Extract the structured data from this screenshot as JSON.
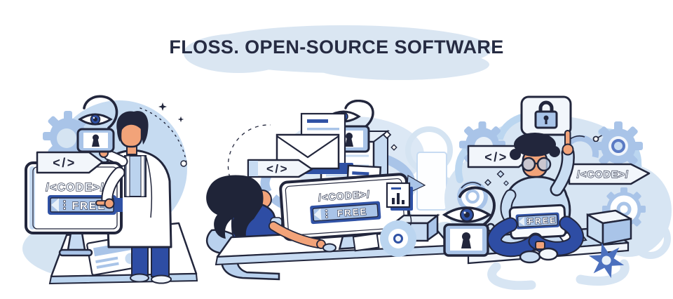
{
  "title": "FLOSS. OPEN-SOURCE SOFTWARE",
  "labels": {
    "code_tag": "</>",
    "code_banner": "/<CODE>/",
    "free_banner": "FREE"
  },
  "palette": {
    "outline_navy": "#22263C",
    "royal_blue": "#3052A5",
    "periwinkle": "#A9C4E8",
    "light_blue": "#C7DBF2",
    "pale_blue": "#D8E5F2",
    "skin": "#F2A379",
    "white": "#FFFFFF"
  },
  "scenes": [
    {
      "name": "open-code-inspection",
      "person": "man in white coat pointing at monitor",
      "icons": [
        "gear-icon",
        "code-tag-icon",
        "eye-icon",
        "open-padlock-icon",
        "keyhole-panel-icon",
        "monitor-icon",
        "free-banner",
        "document-icon",
        "dashed-arc",
        "sparkles"
      ]
    },
    {
      "name": "developer-working-at-desk",
      "person": "woman with dark hair at desktop computer",
      "icons": [
        "envelope-icon",
        "document-icon",
        "eye-icon",
        "open-padlock-icon",
        "sync-ribbon-icon",
        "code-tag-icon",
        "monitor-icon",
        "free-banner",
        "bar-chart-icon",
        "target-donut-icon",
        "paper-stack-icon",
        "mouse-icon",
        "box-icon"
      ]
    },
    {
      "name": "secure-free-software",
      "person": "man with glasses sitting cross-legged with laptop",
      "icons": [
        "speech-bubble-lock-icon",
        "gear-icon",
        "code-tag-icon",
        "code-banner-arrow",
        "ring-icon",
        "eye-icon",
        "open-padlock-icon",
        "keyhole-panel-icon",
        "free-banner",
        "cube-icon",
        "star-gear-icon",
        "spiral-icon",
        "laptop-icon"
      ]
    }
  ]
}
